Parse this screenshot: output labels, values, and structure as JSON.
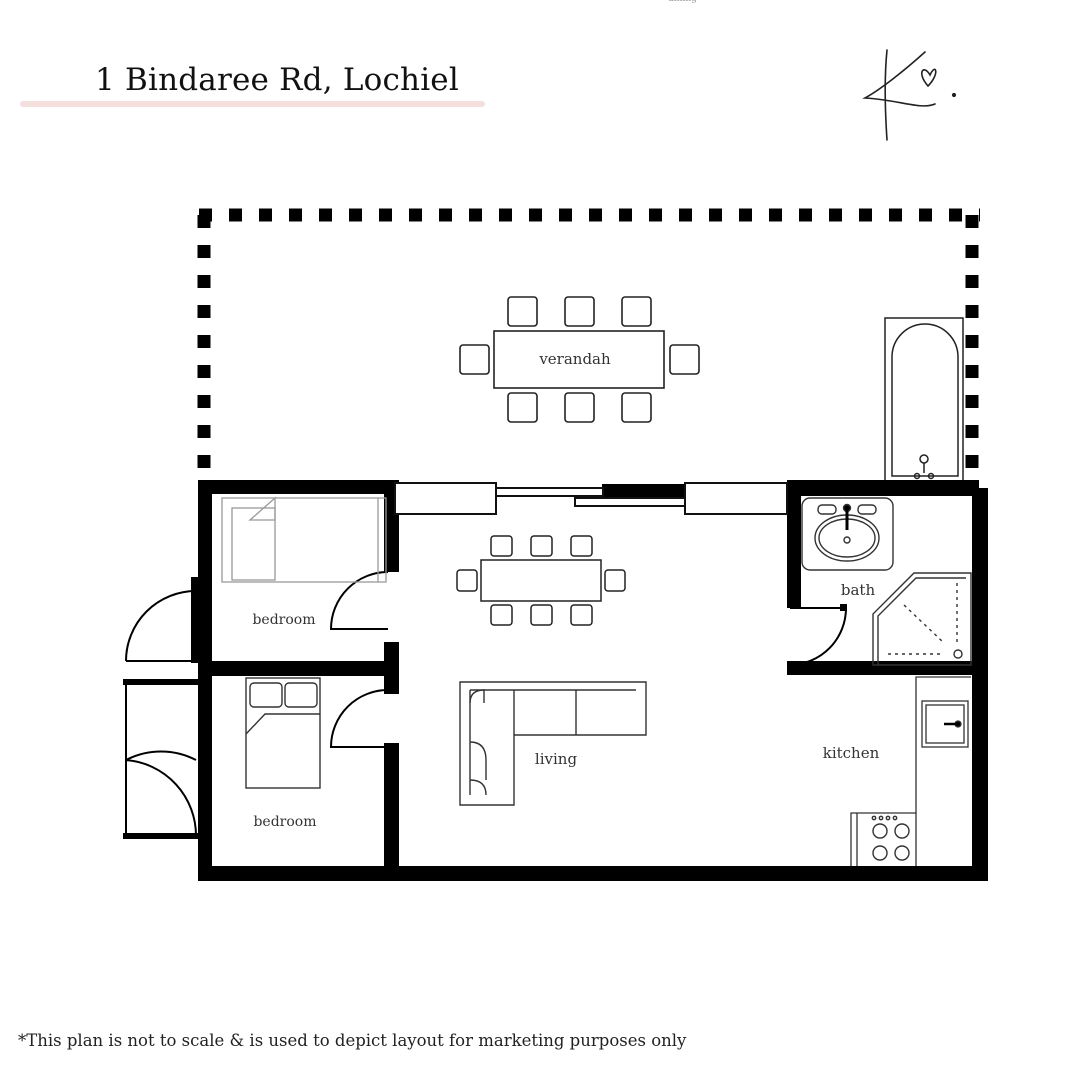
{
  "header": {
    "address": "1 Bindaree Rd, Lochiel",
    "brand_mark": "K♡."
  },
  "top_crop_text": "dining",
  "rooms": {
    "verandah": "verandah",
    "bedroom_1": "bedroom",
    "bedroom_2": "bedroom",
    "living": "living",
    "bath": "bath",
    "kitchen": "kitchen"
  },
  "footer": {
    "disclaimer": "*This plan is not to scale & is used to depict layout for marketing purposes only"
  },
  "colors": {
    "wall": "#000000",
    "accent_underline": "#f5dede",
    "line": "#333333"
  }
}
